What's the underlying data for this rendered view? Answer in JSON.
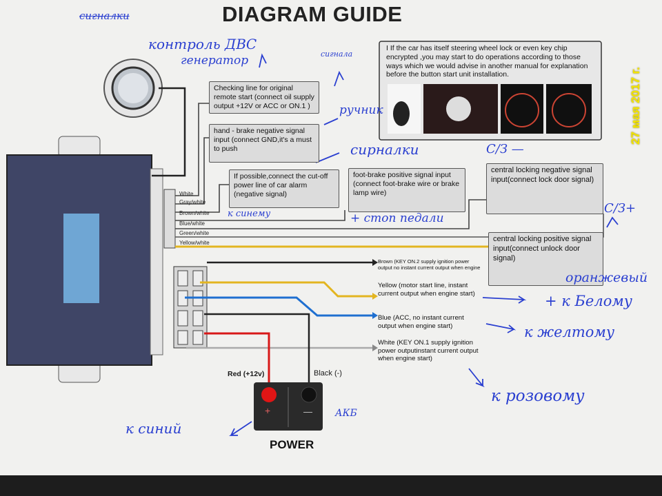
{
  "title": "DIAGRAM GUIDE",
  "photo_date": "27 мая 2017 г.",
  "info_box": "I If the car has itself steering wheel lock or even key chip encrypted ,you may start to do operations according to those ways which we would advise in another manual for explanation before the button start unit installation.",
  "boxes": {
    "checking": "Checking line for original remote start (connect oil supply output +12V or ACC or ON.1 )",
    "handbrake": "hand - brake negative signal input (connect GND,it's a must to push",
    "cutoff": "If possible,connect the cut-off power line of car alarm (negative signal)",
    "footbrake": "foot-brake positive signal input (connect foot-brake wire or brake lamp wire)",
    "lock_negative": "central locking negative signal input(connect lock door signal)",
    "lock_positive": "central locking positive signal input(connect unlock door signal)"
  },
  "wire_colors": [
    "White",
    "Gray/white",
    "Brown/white",
    "Blue/white",
    "Green/white",
    "Yellow/white"
  ],
  "outputs": {
    "brown": "Brown (KEY ON.2 supply ignition power output no instant current output when engine",
    "yellow": "Yellow (motor start line, instant current output when engine start)",
    "blue": "Blue (ACC, no instant current output when engine start)",
    "white": "White (KEY ON.1 supply ignition power outputinstant current output when engine start)"
  },
  "power": {
    "red_label": "Red (+12v)",
    "black_label": "Black (-)",
    "title": "POWER",
    "plus": "+",
    "minus": "—"
  },
  "handwriting": {
    "top_strike": "сигналки",
    "engine_control": "контроль ДВС",
    "generator": "генератор",
    "alarm_note": "сигнала",
    "handbrake_note": "ручник",
    "horn": "сирналки",
    "cb_minus": "С/З —",
    "cb_plus": "С/З+",
    "stop_pedal": "+ стоп педали",
    "orange": "оранжевый",
    "to_white": "+ к Белому",
    "to_yellow": "к желтому",
    "to_pink": "к розовому",
    "to_blue": "к синий",
    "akb": "АКБ",
    "brownwhite_note": "к синему"
  },
  "colors": {
    "paper": "#f1f1ef",
    "ink_blue": "#2a3fd0",
    "wire_yellow": "#e3b520",
    "wire_blue": "#1e6fd0",
    "wire_red": "#d81818",
    "module": "#3f4566",
    "date_yellow": "#f2e400"
  }
}
